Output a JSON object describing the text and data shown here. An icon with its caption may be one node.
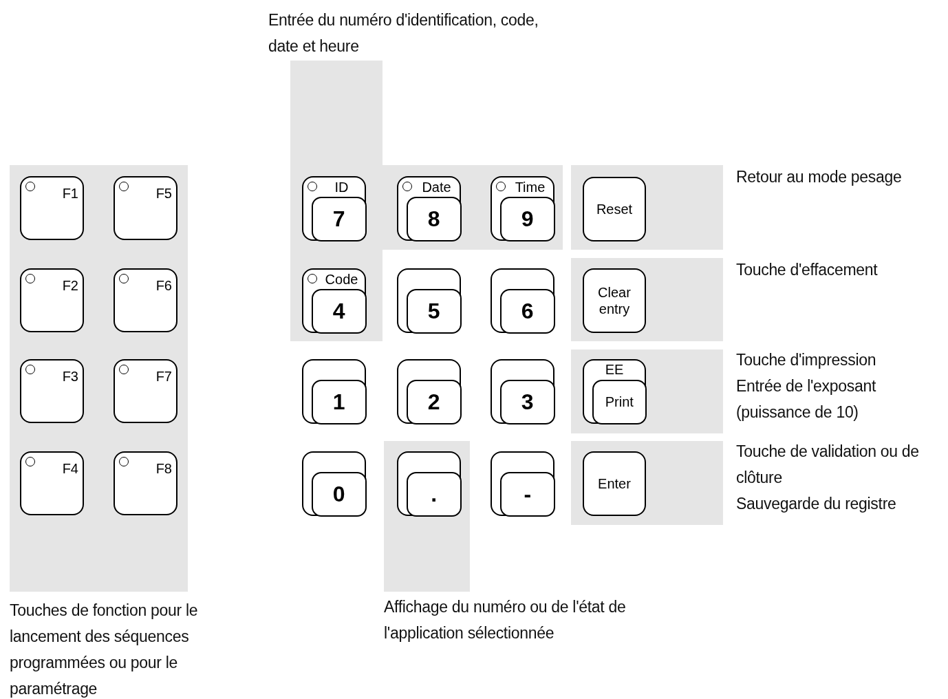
{
  "diagram": {
    "nodes": [
      {
        "text": [
          "Entrée du numéro d'identification, code, date et heure"
        ]
      },
      {
        "text": [
          "Touches de fonction pour le lancement des séquences programmées ou pour le paramétrage"
        ]
      },
      {
        "text": [
          "F1"
        ],
        "in": 1
      },
      {
        "text": [
          "F5"
        ],
        "in": 1
      },
      {
        "text": [
          "F2"
        ],
        "in": 1
      },
      {
        "text": [
          "F6"
        ],
        "in": 1
      },
      {
        "text": [
          "F3"
        ],
        "in": 1
      },
      {
        "text": [
          "F7"
        ],
        "in": 1
      },
      {
        "text": [
          "F4"
        ],
        "in": 1
      },
      {
        "text": [
          "F8"
        ],
        "in": 1
      },
      {
        "text": [
          "ID",
          "7"
        ],
        "in": 0
      },
      {
        "text": [
          "Date",
          "8"
        ],
        "in": 0
      },
      {
        "text": [
          "Time",
          "9"
        ],
        "in": 0
      },
      {
        "text": [
          "Retour au mode pesage"
        ]
      },
      {
        "text": [
          "Reset"
        ],
        "in": 13
      },
      {
        "text": [
          "Code",
          "4"
        ],
        "in": 0
      },
      {
        "text": [
          "5"
        ]
      },
      {
        "text": [
          "6"
        ]
      },
      {
        "text": [
          "Touche d'effacement"
        ]
      },
      {
        "text": [
          "Clear entry"
        ],
        "in": 18
      },
      {
        "text": [
          "1"
        ]
      },
      {
        "text": [
          "2"
        ]
      },
      {
        "text": [
          "3"
        ]
      },
      {
        "text": [
          "Touche d'impression",
          "Entrée de l'exposant (puissance de 10)"
        ]
      },
      {
        "text": [
          "EE",
          "Print"
        ],
        "in": 23
      },
      {
        "text": [
          "0"
        ]
      },
      {
        "text": [
          "Affichage du numéro ou de l'état de l'application sélectionnée"
        ]
      },
      {
        "text": [
          "."
        ],
        "in": 26
      },
      {
        "text": [
          "-"
        ]
      },
      {
        "text": [
          "Touche de validation ou de clôture",
          "Sauvegarde du registre"
        ]
      },
      {
        "text": [
          "Enter"
        ],
        "in": 29
      }
    ]
  }
}
